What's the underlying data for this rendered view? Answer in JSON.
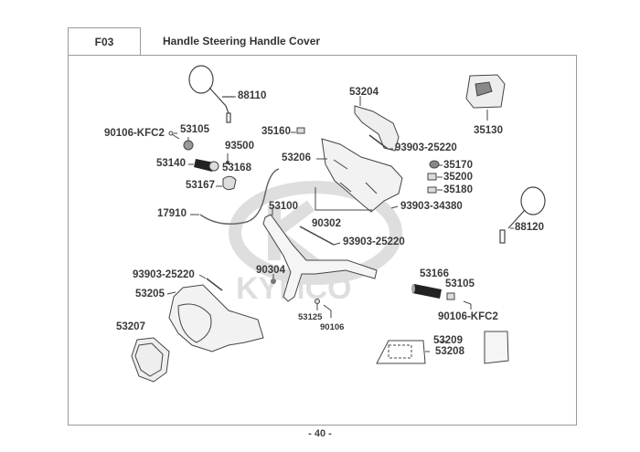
{
  "header": {
    "section_code": "F03",
    "title": "Handle Steering  Handle Cover"
  },
  "watermark": "KYMCO",
  "page_number": "- 40 -",
  "parts": [
    {
      "id": "mirror-left",
      "label": "88110"
    },
    {
      "id": "bolt-left",
      "label": "90106-KFC2"
    },
    {
      "id": "weight-left",
      "label": "53105"
    },
    {
      "id": "grip-throttle",
      "label": "53140"
    },
    {
      "id": "screw-small",
      "label": "93500"
    },
    {
      "id": "throttle-housing-upper",
      "label": "53168"
    },
    {
      "id": "throttle-housing-lower",
      "label": "53167"
    },
    {
      "id": "throttle-cable",
      "label": "17910"
    },
    {
      "id": "clip",
      "label": "35160"
    },
    {
      "id": "front-cover-upper",
      "label": "53204"
    },
    {
      "id": "screw-front-1",
      "label": "93903-25220"
    },
    {
      "id": "rear-cover",
      "label": "53206"
    },
    {
      "id": "switch-meter",
      "label": "35130"
    },
    {
      "id": "switch-1",
      "label": "35170"
    },
    {
      "id": "switch-2",
      "label": "35200"
    },
    {
      "id": "switch-3",
      "label": "35180"
    },
    {
      "id": "screw-rear",
      "label": "93903-34380"
    },
    {
      "id": "bolt-rear",
      "label": "90302"
    },
    {
      "id": "handlebar",
      "label": "53100"
    },
    {
      "id": "screw-handlebar",
      "label": "93903-25220"
    },
    {
      "id": "mirror-right",
      "label": "88120"
    },
    {
      "id": "screw-front-cover",
      "label": "93903-25220"
    },
    {
      "id": "nut",
      "label": "90304"
    },
    {
      "id": "front-cover",
      "label": "53205"
    },
    {
      "id": "grip-left",
      "label": "53166"
    },
    {
      "id": "weight-right",
      "label": "53105"
    },
    {
      "id": "bolt-right",
      "label": "90106-KFC2"
    },
    {
      "id": "collar",
      "label": "53125"
    },
    {
      "id": "bolt-handle",
      "label": "90106"
    },
    {
      "id": "headlight-rim",
      "label": "53207"
    },
    {
      "id": "emblem-cover",
      "label": "53209"
    },
    {
      "id": "emblem",
      "label": "53208"
    }
  ]
}
